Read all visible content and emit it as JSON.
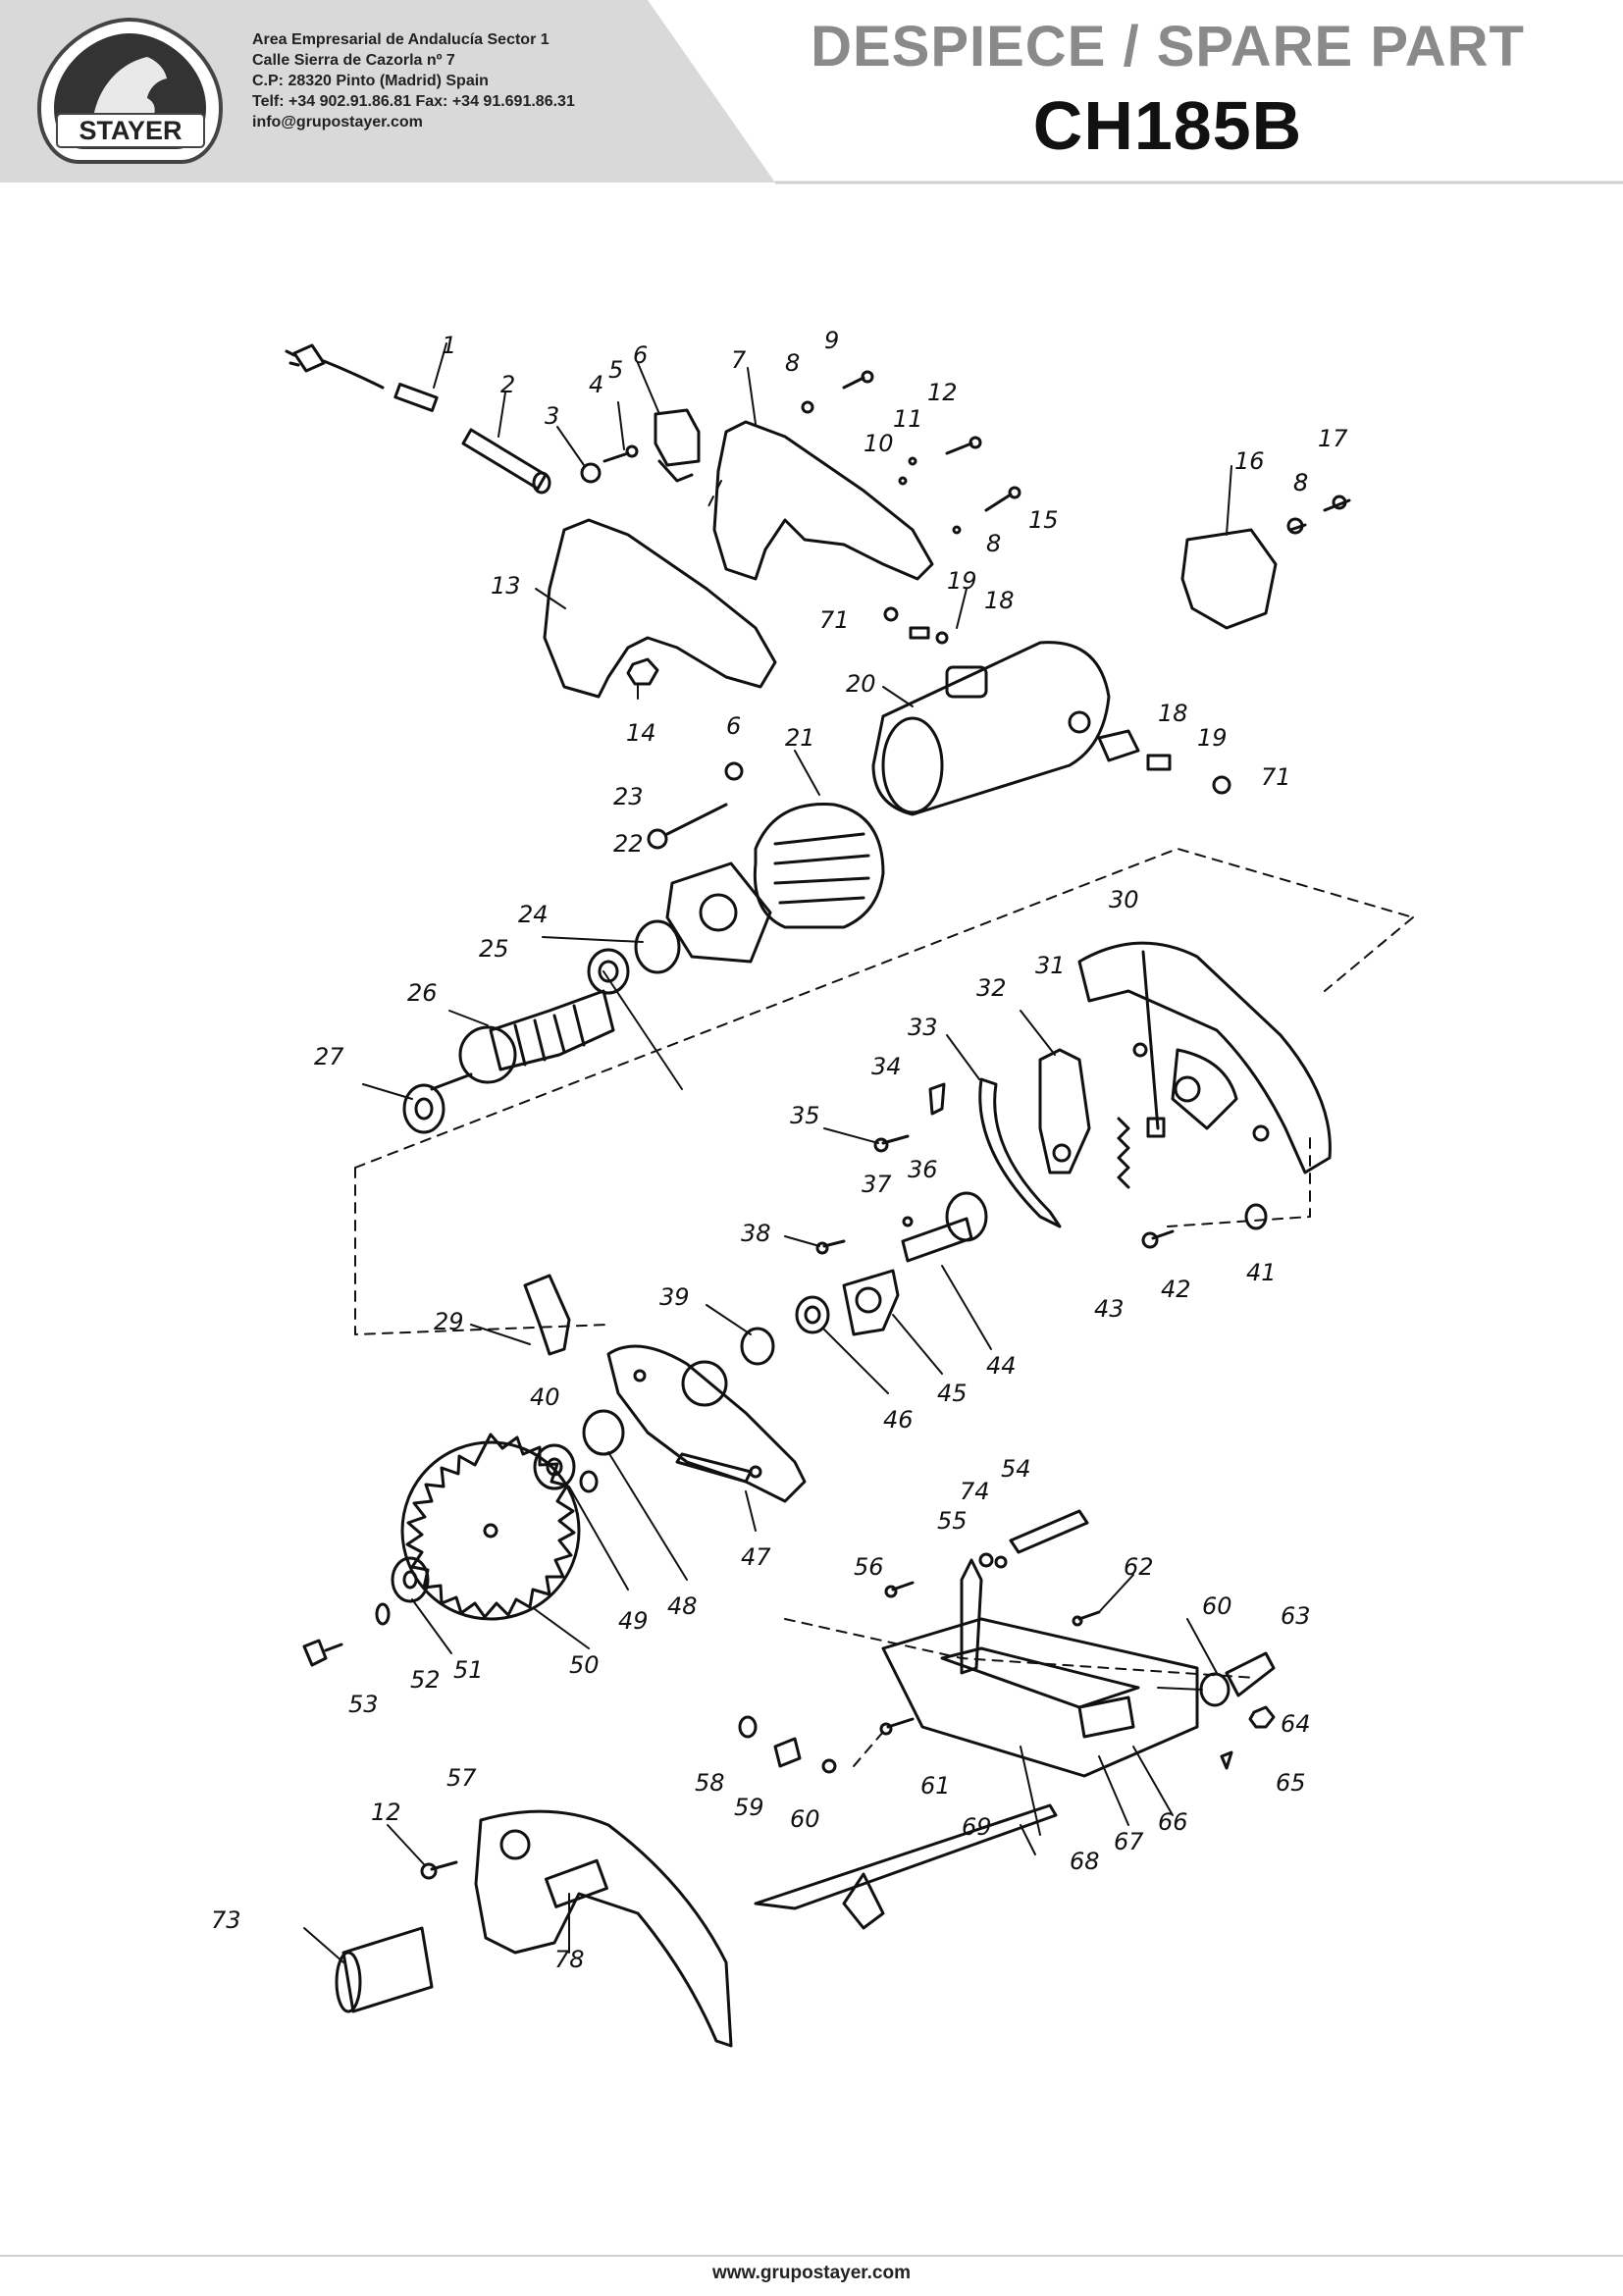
{
  "header": {
    "brand": "STAYER",
    "address_lines": [
      "Area Empresarial de Andalucía Sector 1",
      "Calle Sierra de Cazorla nº 7",
      "C.P: 28320 Pinto (Madrid) Spain",
      "Telf: +34 902.91.86.81 Fax: +34 91.691.86.31",
      "info@grupostayer.com"
    ],
    "title": "DESPIECE / SPARE PART",
    "model": "CH185B"
  },
  "colors": {
    "band": "#d9d9d9",
    "title_gray": "#8a8a8a",
    "ink": "#111111"
  },
  "diagram": {
    "labels": [
      "1",
      "2",
      "3",
      "4",
      "5",
      "6",
      "7",
      "8",
      "9",
      "8",
      "10",
      "11",
      "12",
      "15",
      "8",
      "16",
      "8",
      "17",
      "13",
      "14",
      "71",
      "19",
      "18",
      "20",
      "18",
      "19",
      "71",
      "6",
      "21",
      "23",
      "22",
      "24",
      "25",
      "26",
      "27",
      "30",
      "31",
      "32",
      "33",
      "34",
      "35",
      "37",
      "36",
      "38",
      "43",
      "42",
      "41",
      "44",
      "45",
      "46",
      "39",
      "29",
      "47",
      "40",
      "48",
      "49",
      "50",
      "51",
      "52",
      "53",
      "55",
      "74",
      "54",
      "56",
      "62",
      "60",
      "63",
      "64",
      "65",
      "58",
      "59",
      "60",
      "61",
      "69",
      "67",
      "66",
      "68",
      "57",
      "12",
      "73",
      "78"
    ]
  },
  "footer": {
    "url": "www.grupostayer.com"
  }
}
